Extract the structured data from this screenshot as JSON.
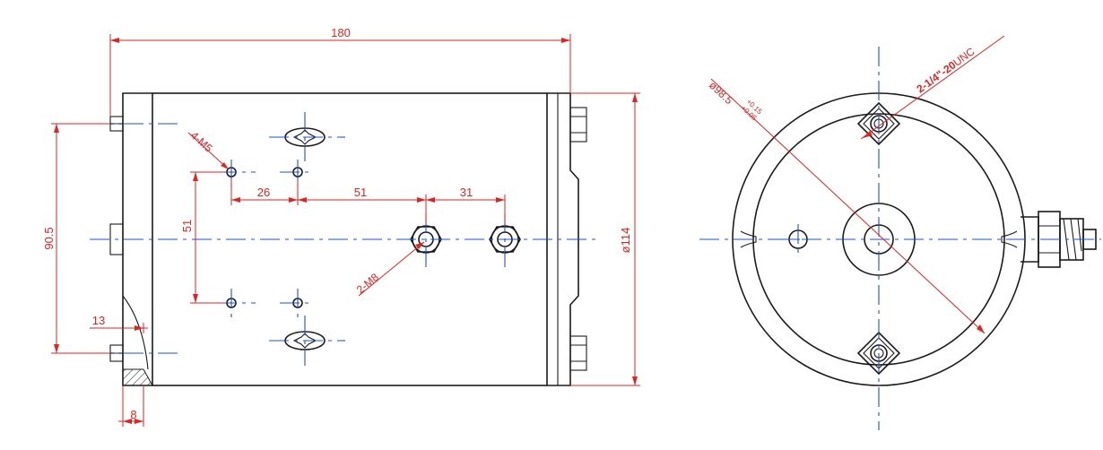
{
  "colors": {
    "dimension": "#e32222",
    "centerline": "#1f4fd8",
    "outline": "#1b1b1b",
    "hatch": "#1b1b1b"
  },
  "dimensions": {
    "overall_length": "180",
    "flange_height": "90.5",
    "body_diameter": "ø114",
    "hole_vertical_spacing": "51",
    "hole_horizontal_spacing": "26",
    "hole_to_stud_spacing": "51",
    "stud_spacing": "31",
    "flange_offset": "13",
    "flange_thickness": "8"
  },
  "callouts": {
    "mounting_holes": "4-M5",
    "terminal_studs": "2-M8",
    "pilot_diameter_main": "ø98.5",
    "pilot_tolerance_upper": "+0.15",
    "pilot_tolerance_lower": "+0.05",
    "threaded_holes_prefix": "2-1/4\"-20",
    "threaded_holes_suffix": "UNC"
  }
}
